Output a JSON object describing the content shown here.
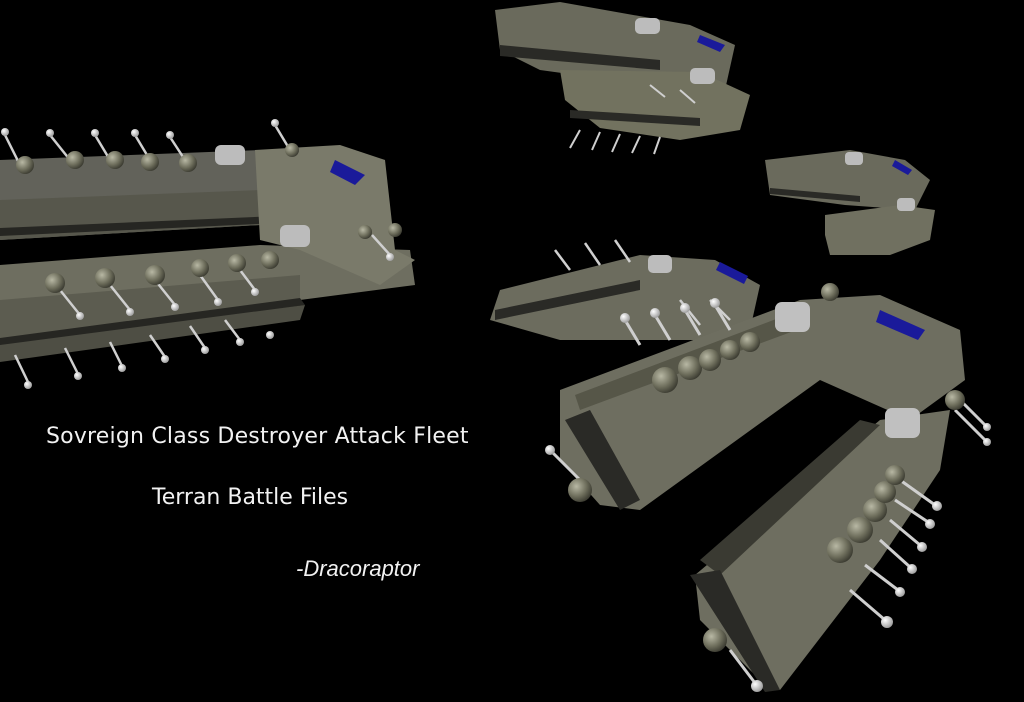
{
  "artwork": {
    "title": "Sovreign Class Destroyer Attack Fleet",
    "subtitle": "Terran Battle Files",
    "signature": "-Dracoraptor",
    "background_color": "#000000",
    "hull_color": "#6e6e5e",
    "hull_dark_color": "#3c3c32",
    "hull_stripe_color": "#2a2a26",
    "accent_color": "#1a1a9a",
    "detail_color": "#c8c8c8"
  },
  "ships": [
    {
      "name": "destroyer-large-left"
    },
    {
      "name": "destroyer-top-center"
    },
    {
      "name": "destroyer-middle-right-small"
    },
    {
      "name": "destroyer-middle-center"
    },
    {
      "name": "destroyer-large-bottom-right"
    }
  ]
}
